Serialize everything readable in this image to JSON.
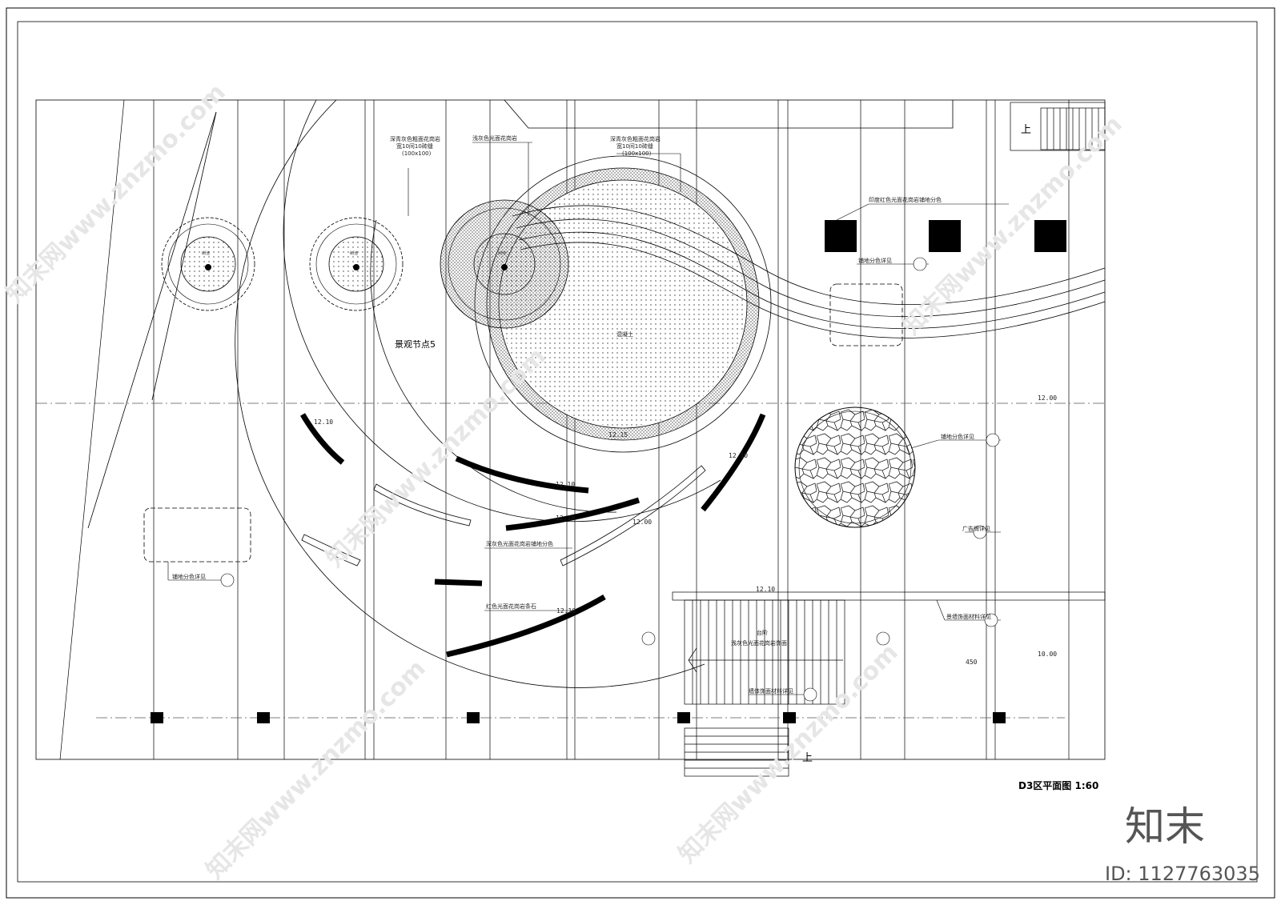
{
  "drawing": {
    "title": "D3区平面图 1:60",
    "node_label": "景观节点5",
    "up_labels": [
      "上",
      "上"
    ],
    "tree_labels": [
      "树池",
      "树池",
      "树池"
    ],
    "plaza_label": "混凝土",
    "annotations": {
      "a1_line1": "深青灰色粗面花岗岩",
      "a1_line2": "宽10间10砖缝",
      "a1_line3": "(100x100)",
      "a2": "浅灰色光面花岗岩",
      "a3_line1": "深青灰色粗面花岗岩",
      "a3_line2": "宽10间10砖缝",
      "a3_line3": "(100x100)",
      "a4": "印度红色光面花岗岩铺地分色",
      "a5": "铺地分色详见",
      "a6": "铺地分色详见",
      "a7": "广告牌详见",
      "a8": "深灰色光面花岗岩铺地分色",
      "a9": "铺地分色详见",
      "a10": "红色光面花岗岩条石",
      "a11_line1": "台阶",
      "a11_line2": "浅灰色光面花岗岩饰面",
      "a12": "墙体饰面材料详见",
      "a13": "景墙饰面材料详见"
    },
    "elevations": [
      "12.00",
      "12.10",
      "12.10",
      "12.00",
      "12.10",
      "12.10",
      "10.00",
      "12.15",
      "12.10",
      "12.10"
    ],
    "dimension": "450",
    "brand": "知末",
    "id_text": "ID: 1127763035",
    "watermark": "知末网www.znzmo.com"
  }
}
